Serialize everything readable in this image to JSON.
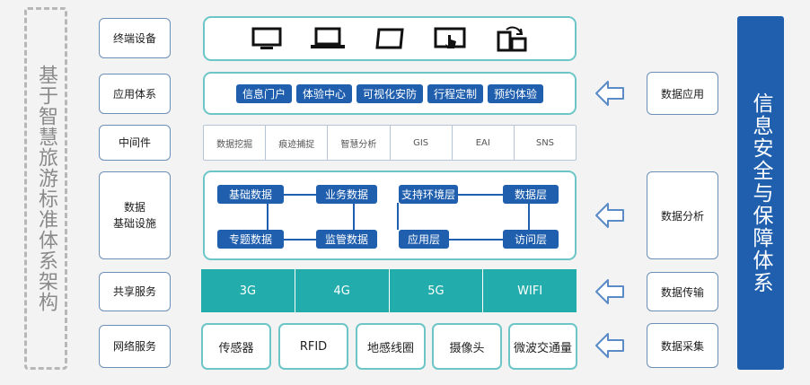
{
  "left_title": "基于智慧旅游标准体系架构",
  "right_title": "信息安全与保障体系",
  "categories": {
    "terminal": "终端设备",
    "application": "应用体系",
    "middleware": "中间件",
    "data_infra_line1": "数据",
    "data_infra_line2": "基础设施",
    "sharing": "共享服务",
    "network": "网络服务"
  },
  "devices": [
    "monitor-icon",
    "laptop-icon",
    "tablet-icon",
    "touch-screen-icon",
    "phone-rotate-icon"
  ],
  "apps": [
    "信息门户",
    "体验中心",
    "可视化安防",
    "行程定制",
    "预约体验"
  ],
  "middleware": [
    "数据挖掘",
    "痕迹捕捉",
    "智慧分析",
    "GIS",
    "EAI",
    "SNS"
  ],
  "data_nodes": {
    "basic": "基础数据",
    "business": "业务数据",
    "special": "专题数据",
    "supervision": "监管数据",
    "env": "支持环境层",
    "data_layer": "数据层",
    "app_layer": "应用层",
    "access_layer": "访问层"
  },
  "sharing": [
    "3G",
    "4G",
    "5G",
    "WIFI"
  ],
  "network": [
    "传感器",
    "RFID",
    "地感线圈",
    "摄像头",
    "微波交通量"
  ],
  "functions": {
    "app": "数据应用",
    "analysis": "数据分析",
    "transfer": "数据传输",
    "collect": "数据采集"
  }
}
